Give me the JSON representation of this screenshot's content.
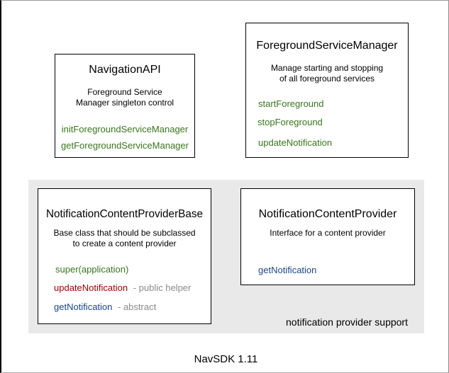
{
  "colors": {
    "method_green": "#38761d",
    "method_red": "#990000",
    "method_blue": "#1c4587",
    "annotation_gray": "#8a8a8a",
    "group_panel_gray": "#e9e9e9",
    "box_border": "#000000"
  },
  "boxes": {
    "navigation_api": {
      "title": "NavigationAPI",
      "description": [
        "Foreground Service",
        "Manager singleton control"
      ],
      "methods": [
        "initForegroundServiceManager",
        "getForegroundServiceManager"
      ]
    },
    "foreground_service_manager": {
      "title": "ForegroundServiceManager",
      "description": [
        "Manage starting and stopping",
        "of all foreground services"
      ],
      "methods": [
        "startForeground",
        "stopForeground",
        "updateNotification"
      ]
    },
    "notification_content_provider_base": {
      "title": "NotificationContentProviderBase",
      "description": [
        "Base class that should be subclassed",
        "to create a content provider"
      ],
      "members": [
        {
          "name": "super(application)",
          "annotation": "",
          "color": "green"
        },
        {
          "name": "updateNotification",
          "annotation": "- public helper",
          "color": "red"
        },
        {
          "name": "getNotification",
          "annotation": "- abstract",
          "color": "blue"
        }
      ]
    },
    "notification_content_provider": {
      "title": "NotificationContentProvider",
      "description": [
        "Interface for a content provider"
      ],
      "methods": [
        "getNotification"
      ]
    }
  },
  "group": {
    "label": "notification provider support"
  },
  "footer": {
    "version_label": "NavSDK 1.11"
  }
}
